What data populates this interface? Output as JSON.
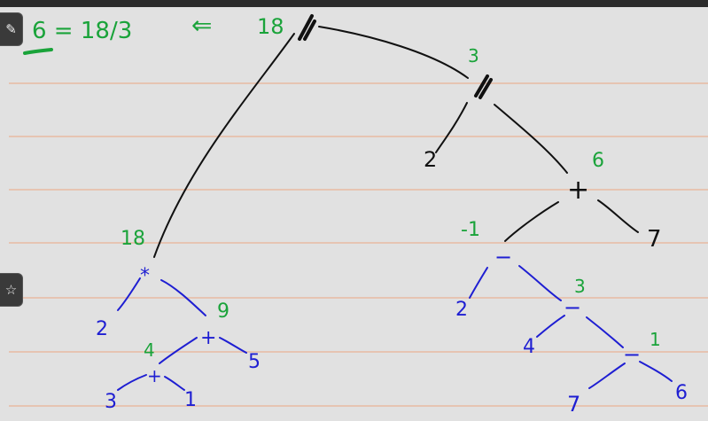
{
  "toolbar": {
    "pen_icon": "pen-icon",
    "star_icon": "star-icon",
    "pen_glyph": "✎",
    "star_glyph": "☆"
  },
  "annotation": {
    "equation": "6 = 18/3",
    "arrow": "⇐",
    "arrow_value": "18"
  },
  "tree": {
    "root_op": "/",
    "root_value": "18",
    "right_div_op": "/",
    "right_div_value": "3",
    "leaf_2_top": "2",
    "plus_op": "+",
    "plus_value": "6",
    "leaf_7_right": "7",
    "minus1_op": "−",
    "minus1_value": "-1",
    "leaf_2_mid": "2",
    "minus2_op": "−",
    "minus2_value": "3",
    "leaf_4": "4",
    "minus3_op": "−",
    "minus3_value": "1",
    "leaf_7_bottom": "7",
    "leaf_6": "6",
    "times_op": "*",
    "times_value": "18",
    "leaf_2_left": "2",
    "plus_left_op": "+",
    "plus_left_value": "9",
    "leaf_5": "5",
    "plus_inner_op": "+",
    "plus_inner_value": "4",
    "leaf_3": "3",
    "leaf_1": "1"
  },
  "colors": {
    "background": "#2b2b2b",
    "paper": "#e1e1e1",
    "rule": "#e6c4b2",
    "black_ink": "#111111",
    "green_ink": "#1aa33a",
    "blue_ink": "#1e1ed2"
  }
}
